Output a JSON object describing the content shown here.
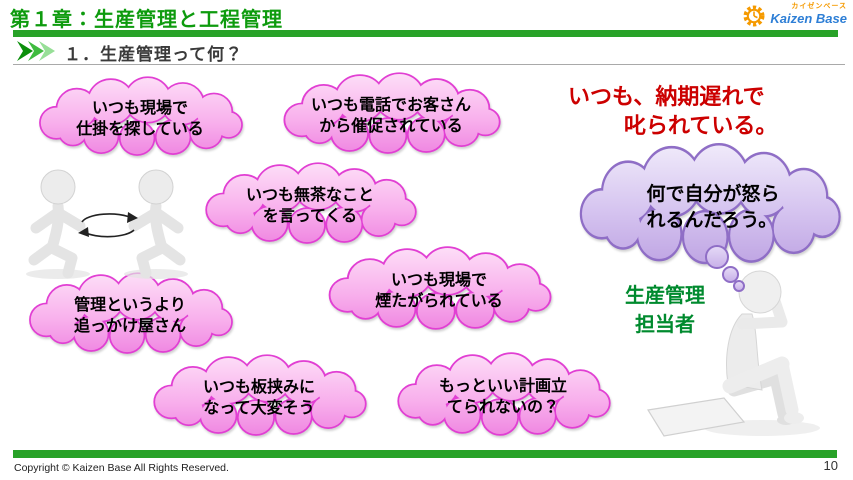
{
  "header": {
    "title": "第１章：生産管理と工程管理"
  },
  "logo": {
    "tagline": "カイゼンベース",
    "name": "Kaizen Base"
  },
  "section": {
    "title": "１．生産管理って何？"
  },
  "bubbles": [
    {
      "text": "いつも現場で\n仕掛を探している"
    },
    {
      "text": "いつも電話でお客さん\nから催促されている"
    },
    {
      "text": "いつも無茶なこと\nを言ってくる"
    },
    {
      "text": "いつも現場で\n煙たがられている"
    },
    {
      "text": "管理というより\n追っかけ屋さん"
    },
    {
      "text": "いつも板挟みに\nなって大変そう"
    },
    {
      "text": "もっといい計画立\nてられないの？"
    }
  ],
  "red_note_lines": [
    "いつも、納期遅れで",
    "叱られている。"
  ],
  "thought_bubble": {
    "text": "何で自分が怒ら\nれるんだろう。"
  },
  "role_label": "生産管理\n担当者",
  "footer": {
    "copyright": "Copyright ©  Kaizen Base  All Rights Reserved.",
    "page": "10"
  },
  "colors": {
    "accent_green": "#28A228",
    "header_green": "#0E9B0E",
    "bubble_border_pink": "#E13FD3",
    "thought_border_purple": "#8F6EC6",
    "alert_red": "#CC0000",
    "logo_orange": "#F59A00",
    "logo_blue": "#2E7FD6"
  }
}
